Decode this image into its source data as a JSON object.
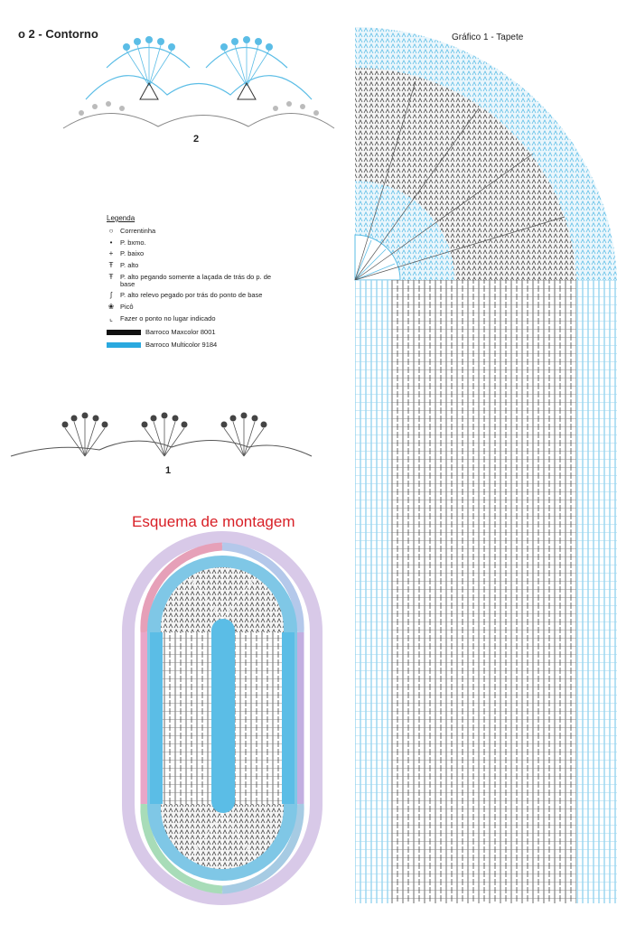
{
  "header": {
    "contour_title": "o 2 - Contorno"
  },
  "chart_title": "Gráfico 1 - Tapete",
  "figure_labels": {
    "contour": "2",
    "edge": "1"
  },
  "legend": {
    "title": "Legenda",
    "items": [
      {
        "symbol": "○",
        "text": "Correntinha"
      },
      {
        "symbol": "•",
        "text": "P. bxmo."
      },
      {
        "symbol": "+",
        "text": "P. baixo"
      },
      {
        "symbol": "Ŧ",
        "text": "P. alto"
      },
      {
        "symbol": "Ŧ",
        "text": "P. alto pegando somente a laçada de trás do p. de base"
      },
      {
        "symbol": "ʃ",
        "text": "P. alto relevo pegado por trás do ponto de base"
      },
      {
        "symbol": "❀",
        "text": "Picô"
      },
      {
        "symbol": "⌞",
        "text": "Fazer o ponto no lugar indicado"
      }
    ],
    "colors": [
      {
        "color": "#111111",
        "text": "Barroco Maxcolor 8001"
      },
      {
        "color": "#2aa9df",
        "text": "Barroco Multicolor 9184"
      }
    ]
  },
  "assembly_title": "Esquema de montagem",
  "colors": {
    "black_yarn": "#333333",
    "blue_yarn": "#5bbde6",
    "title_red": "#d81f26"
  }
}
